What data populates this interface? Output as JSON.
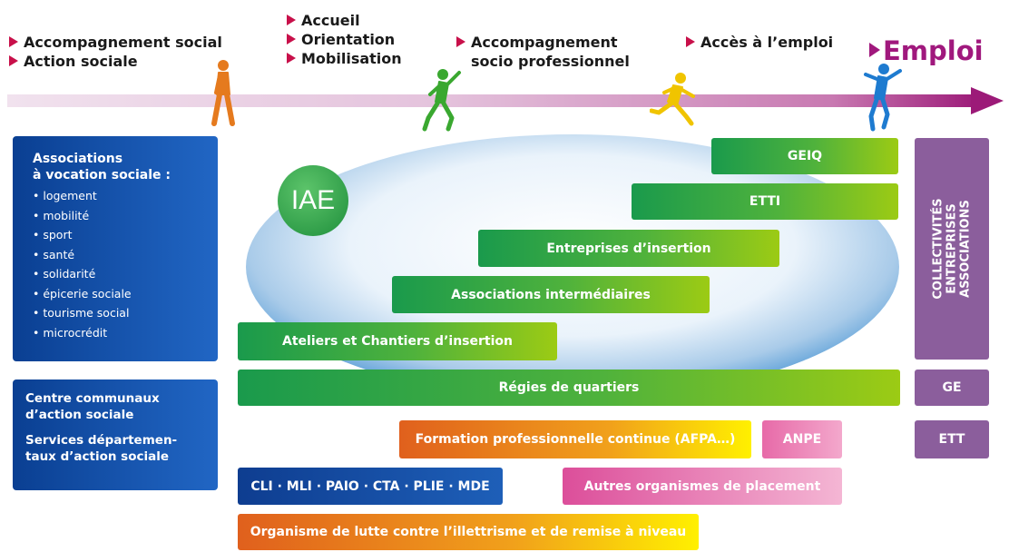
{
  "stages": [
    {
      "lines": [
        "Accompagnement social",
        "Action sociale"
      ]
    },
    {
      "lines": [
        "Accueil",
        "Orientation",
        "Mobilisation"
      ]
    },
    {
      "lines": [
        "Accompagnement",
        "socio professionnel"
      ]
    },
    {
      "lines": [
        "Accès à l’emploi"
      ]
    }
  ],
  "emploi": "Emploi",
  "iae_label": "IAE",
  "associations": {
    "title_line1": "Associations",
    "title_line2": "à vocation sociale :",
    "items": [
      "logement",
      "mobilité",
      "sport",
      "santé",
      "solidarité",
      "épicerie sociale",
      "tourisme social",
      "microcrédit"
    ]
  },
  "ccas": {
    "line1": "Centre communaux",
    "line2": "d’action sociale",
    "line3": "Services départemen-",
    "line4": "taux d’action sociale"
  },
  "bars": {
    "geiq": "GEIQ",
    "etti": "ETTI",
    "entreprises_insertion": "Entreprises d’insertion",
    "associations_intermediaires": "Associations intermédiaires",
    "ateliers_chantiers": "Ateliers et Chantiers d’insertion",
    "regies": "Régies de quartiers",
    "formation": "Formation professionnelle continue (AFPA…)",
    "anpe": "ANPE",
    "cli": "CLI · MLI · PAIO · CTA · PLIE · MDE",
    "autres": "Autres organismes de placement",
    "illettrisme": "Organisme de lutte contre l’illettrisme et de remise à niveau"
  },
  "right": {
    "vertical_lines": [
      "COLLECTIVITÉS",
      "ENTREPRISES",
      "ASSOCIATIONS"
    ],
    "ge": "GE",
    "ett": "ETT"
  },
  "colors": {
    "arrow_start": "#e9d2e4",
    "arrow_end": "#9c1a78",
    "green_start": "#1a9a4c",
    "green_end": "#9ccb14",
    "blue_box": "#1254b0",
    "purple_box": "#8b5e9c",
    "orange": "#f1a11b",
    "pink": "#dc4e9a",
    "figure_orange": "#e57a1e",
    "figure_green": "#3aa830",
    "figure_yellow": "#f0c400",
    "figure_blue": "#1e7bd0"
  }
}
